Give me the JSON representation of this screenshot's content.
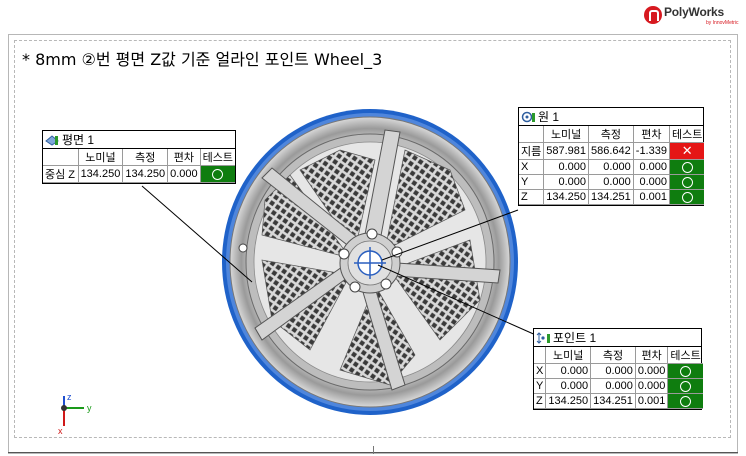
{
  "logo": {
    "brand": "PolyWorks",
    "sub": "by InnovMetric"
  },
  "title": "*  8mm ②번 평면 Z값 기준 얼라인 포인트 Wheel_3",
  "colors": {
    "pass": "#0f7d0f",
    "fail": "#e51616",
    "rim_ring": "#1f62c9"
  },
  "callouts": {
    "plane": {
      "title": "평면 1",
      "icon": "plane-feature-icon",
      "headers": [
        "",
        "노미널",
        "측정",
        "편차",
        "테스트"
      ],
      "rows": [
        {
          "label": "중심 Z",
          "nominal": "134.250",
          "measured": "134.250",
          "deviation": "0.000",
          "test": "pass"
        }
      ]
    },
    "circle": {
      "title": "원 1",
      "icon": "circle-feature-icon",
      "headers": [
        "",
        "노미널",
        "측정",
        "편차",
        "테스트"
      ],
      "rows": [
        {
          "label": "지름",
          "nominal": "587.981",
          "measured": "586.642",
          "deviation": "-1.339",
          "test": "fail"
        },
        {
          "label": "X",
          "nominal": "0.000",
          "measured": "0.000",
          "deviation": "0.000",
          "test": "pass"
        },
        {
          "label": "Y",
          "nominal": "0.000",
          "measured": "0.000",
          "deviation": "0.000",
          "test": "pass"
        },
        {
          "label": "Z",
          "nominal": "134.250",
          "measured": "134.251",
          "deviation": "0.001",
          "test": "pass"
        }
      ]
    },
    "point": {
      "title": "포인트 1",
      "icon": "point-feature-icon",
      "headers": [
        "",
        "노미널",
        "측정",
        "편차",
        "테스트"
      ],
      "rows": [
        {
          "label": "X",
          "nominal": "0.000",
          "measured": "0.000",
          "deviation": "0.000",
          "test": "pass"
        },
        {
          "label": "Y",
          "nominal": "0.000",
          "measured": "0.000",
          "deviation": "0.000",
          "test": "pass"
        },
        {
          "label": "Z",
          "nominal": "134.250",
          "measured": "134.251",
          "deviation": "0.001",
          "test": "pass"
        }
      ]
    }
  },
  "axes": {
    "z": "z",
    "y": "y",
    "x": "x"
  }
}
